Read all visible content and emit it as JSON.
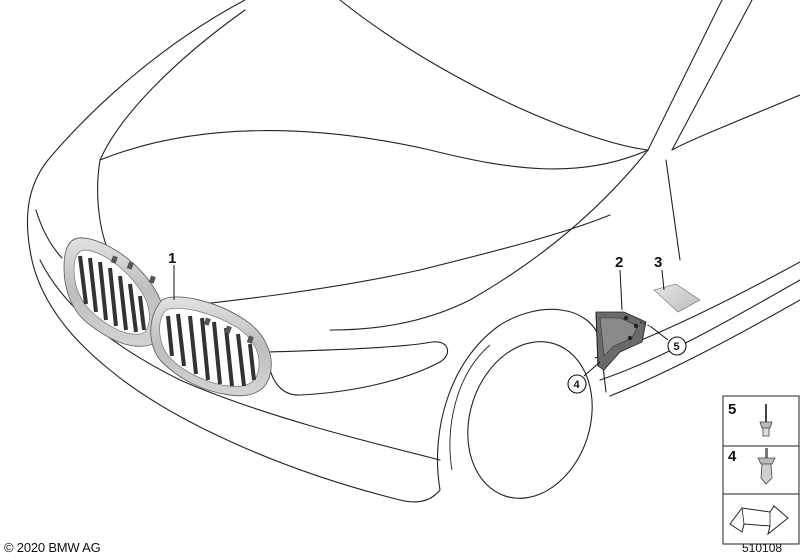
{
  "copyright": "© 2020 BMW AG",
  "diagram_id": "510108",
  "callouts": [
    {
      "id": "1",
      "label": "1"
    },
    {
      "id": "2",
      "label": "2"
    },
    {
      "id": "3",
      "label": "3"
    },
    {
      "id": "4",
      "label": "4"
    },
    {
      "id": "5",
      "label": "5"
    }
  ],
  "legend": [
    {
      "id": "5",
      "label": "5"
    },
    {
      "id": "4",
      "label": "4"
    }
  ],
  "colors": {
    "line": "#222222",
    "grille_frame": "#c9c9c9",
    "grille_slats": "#3a3a3a",
    "panel": "#d6d6d6",
    "background": "#ffffff"
  }
}
